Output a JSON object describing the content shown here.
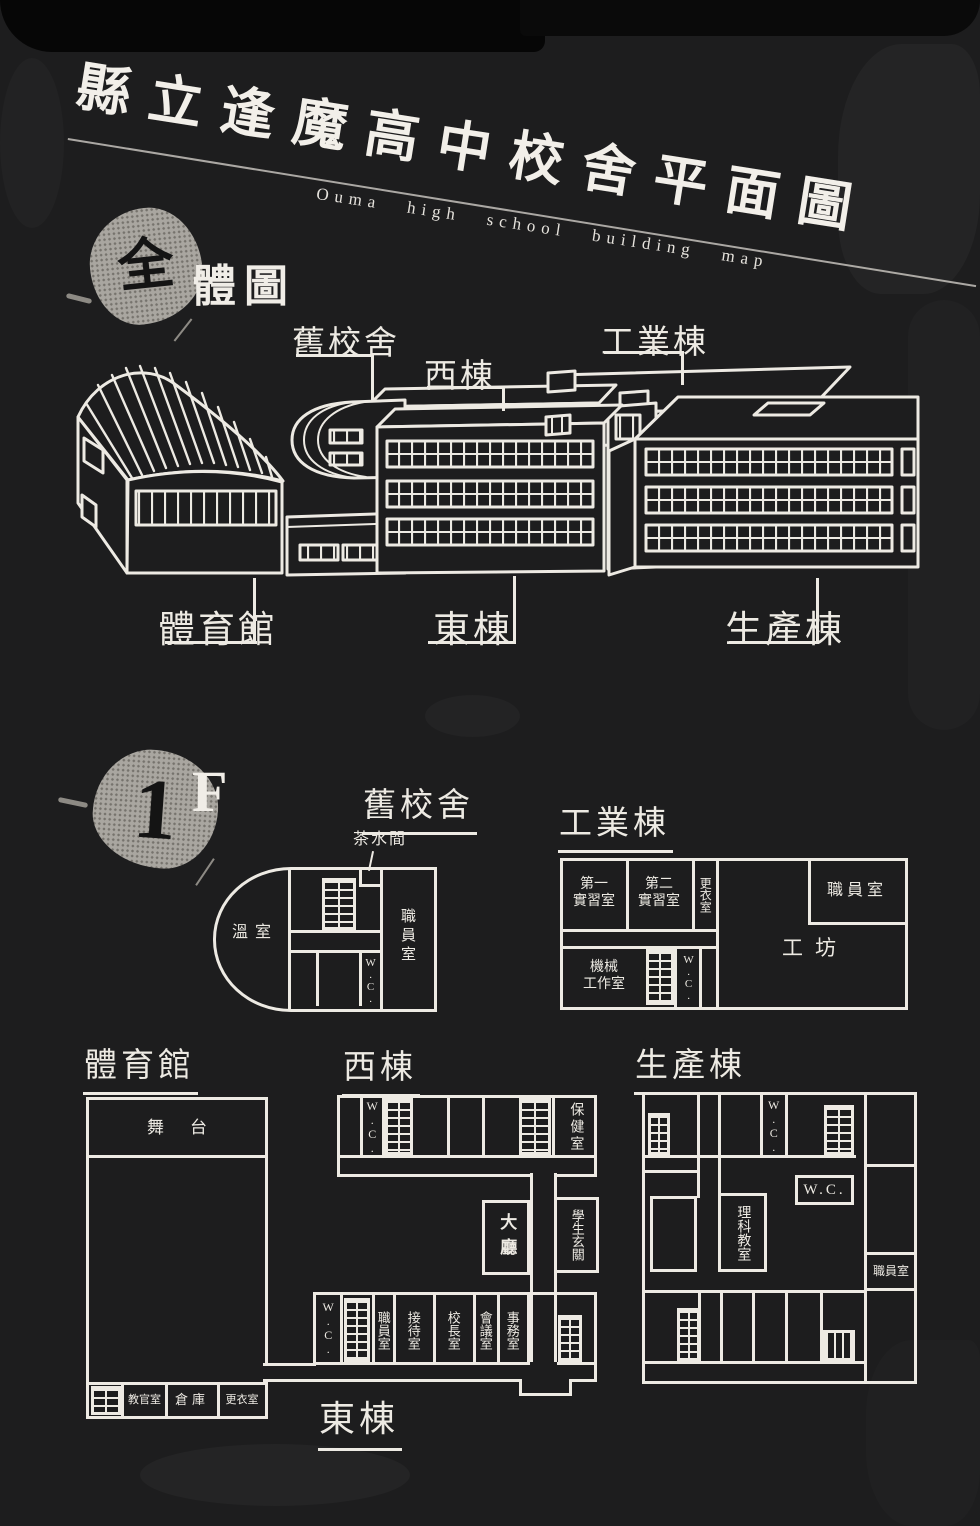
{
  "colors": {
    "background": "#1d1d1e",
    "line": "#edeae3",
    "blob": "#a9a6a0"
  },
  "title": {
    "main": "縣立逢魔高中校舍平面圖",
    "sub": "Ouma high school building map"
  },
  "overview": {
    "marker": {
      "blob": "全",
      "rest": "體圖"
    },
    "labels": {
      "old_school": "舊校舍",
      "west": "西棟",
      "industrial": "工業棟",
      "gym": "體育館",
      "east": "東棟",
      "production": "生產棟"
    }
  },
  "floor1": {
    "marker": {
      "blob": "1",
      "rest": "F"
    },
    "old_school": {
      "title": "舊校舍",
      "pantry": "茶水間",
      "greenhouse": "溫室",
      "staff_room": "職員室",
      "wc": "W.C."
    },
    "industrial": {
      "title": "工業棟",
      "practice1": {
        "l1": "第一",
        "l2": "實習室"
      },
      "practice2": {
        "l1": "第二",
        "l2": "實習室"
      },
      "changing_room": "更衣室",
      "machine_shop": {
        "l1": "機械",
        "l2": "工作室"
      },
      "wc": "W.C.",
      "staff_room": "職員室",
      "workshop": "工坊"
    },
    "gym": {
      "title": "體育館",
      "stage": "舞台",
      "instructor_room": "教官室",
      "storage": "倉庫",
      "changing_room": "更衣室"
    },
    "west": {
      "title": "西棟",
      "wc": "W.C.",
      "infirmary": "保健室",
      "hall": "大廳",
      "student_entrance": "學生玄關"
    },
    "east": {
      "title": "東棟",
      "wc": "W.C.",
      "staff_room": "職員室",
      "reception_room": "接待室",
      "principal_office": "校長室",
      "meeting_room": "會議室",
      "admin_office": "事務室"
    },
    "production": {
      "title": "生產棟",
      "wc_top": "W.C.",
      "wc_mid": "W.C.",
      "science_room": "理科教室",
      "staff_room": "職員室"
    }
  }
}
